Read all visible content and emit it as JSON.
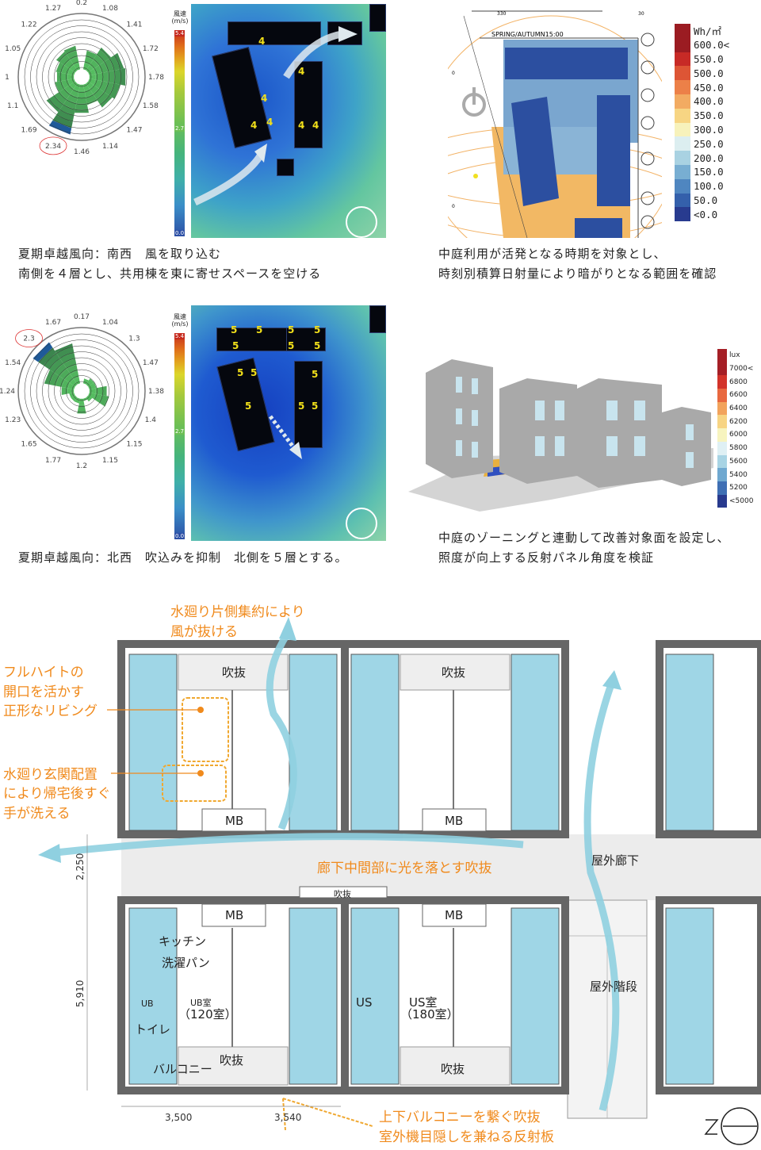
{
  "wind_summer_sw": {
    "rose_labels": [
      "0.2",
      "1.08",
      "1.41",
      "1.72",
      "1.78",
      "1.58",
      "1.47",
      "1.14",
      "1.46",
      "2.34",
      "1.69",
      "1.1",
      "1",
      "1.05",
      "1.22",
      "1.27"
    ],
    "rose_values": [
      0.2,
      1.08,
      1.41,
      1.72,
      1.78,
      1.58,
      1.47,
      1.14,
      1.46,
      2.34,
      1.69,
      1.1,
      1,
      1.05,
      1.22,
      1.27
    ],
    "highlight_label": "2.34",
    "legend_title": "風速\n(m/s)",
    "legend_max": "5.4",
    "legend_mid": "2.7",
    "legend_min": "0.0",
    "floor_label": "4",
    "caption_line1": "夏期卓越風向：南西　風を取り込む",
    "caption_line2": "南側を４層とし、共用棟を東に寄せスペースを空ける"
  },
  "solar": {
    "header": "SPRING/AUTUMN15:00",
    "axis_top_left": "330",
    "axis_top_right": "30",
    "axis_left_top": "0",
    "axis_left_bottom": "0",
    "legend_unit": "Wh/㎡",
    "legend_labels": [
      "600.0<",
      "550.0",
      "500.0",
      "450.0",
      "400.0",
      "350.0",
      "300.0",
      "250.0",
      "200.0",
      "150.0",
      "100.0",
      "50.0",
      "<0.0"
    ],
    "legend_colors": [
      "#9b1c22",
      "#c72a26",
      "#dd5535",
      "#ec8048",
      "#f2ab62",
      "#f7d583",
      "#f7f2bb",
      "#dceef0",
      "#a9d2e2",
      "#78aed2",
      "#4f86c0",
      "#3460ab",
      "#283b8f"
    ],
    "caption_line1": "中庭利用が活発となる時期を対象とし、",
    "caption_line2": "時刻別積算日射量により暗がりとなる範囲を確認"
  },
  "wind_summer_nw": {
    "rose_labels": [
      "0.17",
      "1.04",
      "1.3",
      "1.47",
      "1.38",
      "1.4",
      "1.15",
      "1.15",
      "1.2",
      "1.77",
      "1.65",
      "1.23",
      "1.24",
      "1.54",
      "2.3",
      "1.67"
    ],
    "rose_values": [
      0.3,
      0.5,
      0.6,
      0.6,
      1.0,
      1.1,
      0.5,
      0.4,
      0.9,
      0.5,
      0.5,
      0.5,
      0.8,
      1.5,
      2.3,
      1.9
    ],
    "highlight_label": "2.3",
    "legend_title": "風速\n(m/s)",
    "legend_max": "5.4",
    "legend_mid": "2.7",
    "legend_min": "0.0",
    "floor_label": "5",
    "caption": "夏期卓越風向：北西　吹込みを抑制　北側を５層とする。"
  },
  "illuminance": {
    "legend_unit": "lux",
    "legend_labels": [
      "7000<",
      "6800",
      "6600",
      "6400",
      "6200",
      "6000",
      "5800",
      "5600",
      "5400",
      "5200",
      "<5000"
    ],
    "legend_colors": [
      "#a51f26",
      "#d2332a",
      "#e8683f",
      "#f2a35c",
      "#f7d483",
      "#f7f4bf",
      "#dff0f4",
      "#a8d4e4",
      "#6fa8d0",
      "#3f6fb4",
      "#283a8e"
    ],
    "caption_line1": "中庭のゾーニングと連動して改善対象面を設定し、",
    "caption_line2": "照度が向上する反射パネル角度を検証"
  },
  "plan": {
    "note_wind_line1": "水廻り片側集約により",
    "note_wind_line2": "風が抜ける",
    "note_living_line1": "フルハイトの",
    "note_living_line2": "開口を活かす",
    "note_living_line3": "正形なリビング",
    "note_wet_line1": "水廻り玄関配置",
    "note_wet_line2": "により帰宅後すぐ",
    "note_wet_line3": "手が洗える",
    "note_corridor": "廊下中間部に光を落とす吹抜",
    "note_balcony_line1": "上下バルコニーを繋ぐ吹抜",
    "note_balcony_line2": "室外機目隠しを兼ねる反射板",
    "void": "吹抜",
    "mb": "MB",
    "outdoor_corridor": "屋外廊下",
    "outdoor_stair": "屋外階段",
    "kitchen": "キッチン",
    "laundry": "洗濯パン",
    "ub": "UB",
    "ub_room": "UB室",
    "ub_room_count": "（120室）",
    "toilet": "トイレ",
    "balcony": "バルコニー",
    "us": "US",
    "us_room": "US室",
    "us_room_count": "（180室）",
    "dim_corridor": "2,250",
    "dim_depth": "5,910",
    "dim_width1": "3,500",
    "dim_width2": "3,540",
    "accent_orange": "#f08a1c",
    "accent_blue": "#8fd0e0"
  }
}
